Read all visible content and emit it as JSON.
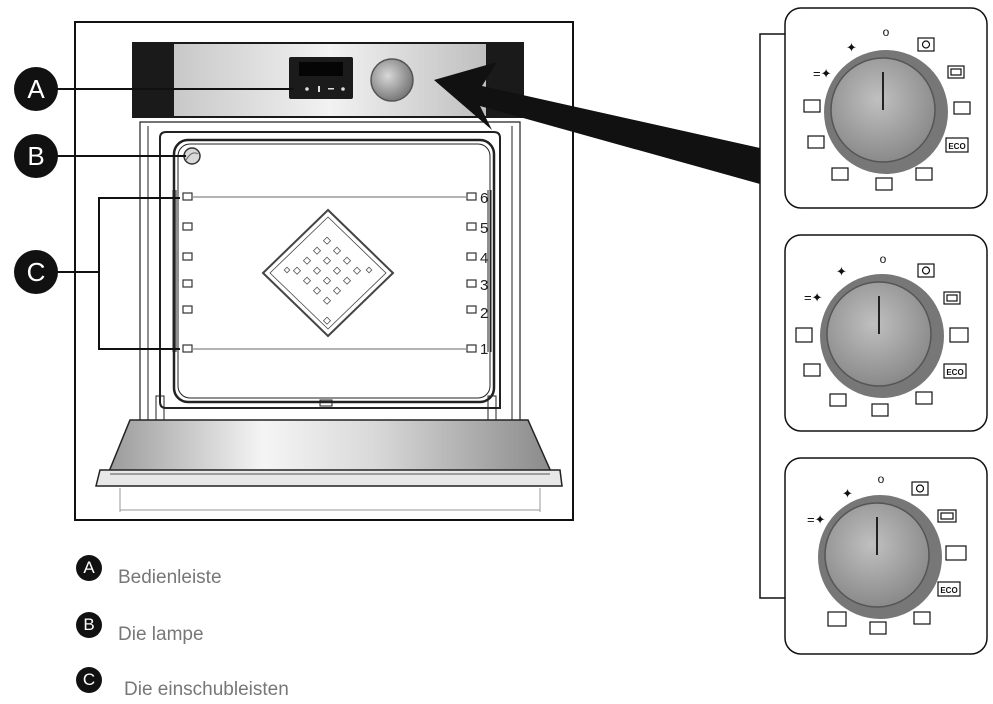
{
  "callouts": [
    {
      "letter": "A",
      "label": "Bedienleiste"
    },
    {
      "letter": "B",
      "label": "Die lampe"
    },
    {
      "letter": "C",
      "label": "Die einschubleisten"
    }
  ],
  "shelf_levels": [
    "6",
    "5",
    "4",
    "3",
    "2",
    "1"
  ],
  "knob_panels": [
    {
      "top_mark": "o",
      "eco_label": "ECO",
      "variant": "full"
    },
    {
      "top_mark": "o",
      "eco_label": "ECO",
      "variant": "full-with-pot"
    },
    {
      "top_mark": "o",
      "eco_label": "ECO",
      "variant": "reduced"
    }
  ]
}
